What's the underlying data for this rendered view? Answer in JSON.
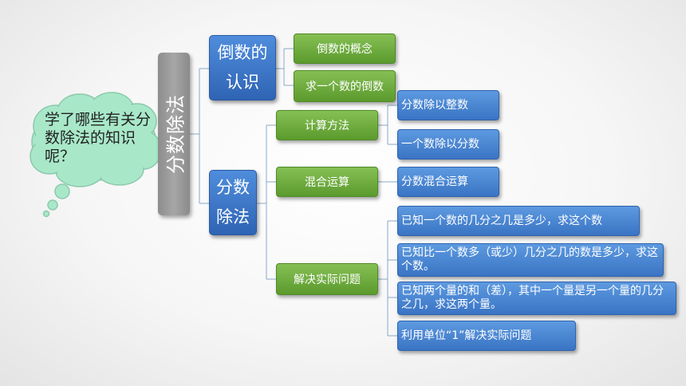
{
  "question": {
    "text": "学了哪些有关分数除法的知识呢？"
  },
  "root": {
    "label": "分数除法"
  },
  "branches": [
    {
      "label": "倒数的认识",
      "children": [
        "倒数的概念",
        "求一个数的倒数"
      ]
    },
    {
      "label": "分数除法"
    }
  ],
  "topics": [
    {
      "label": "计算方法",
      "children": [
        "分数除以整数",
        "一个数除以分数"
      ]
    },
    {
      "label": "混合运算",
      "children": [
        "分数混合运算"
      ]
    },
    {
      "label": "解决实际问题",
      "children": [
        "已知一个数的几分之几是多少，求这个数",
        "已知比一个数多（或少）几分之几的数是多少，求这个数。",
        "已知两个量的和（差），其中一个量是另一个量的几分之几，求这两个量。",
        "利用单位“1”解决实际问题"
      ]
    }
  ],
  "colors": {
    "green": "#6aa83a",
    "blue": "#4a86d4",
    "root": "#9a9a9a",
    "bubble": "#a8e8c8"
  }
}
